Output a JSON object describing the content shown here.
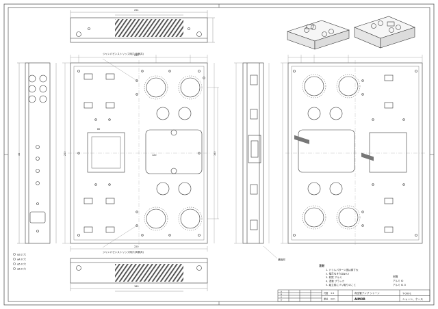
{
  "notes": {
    "heading": "注記",
    "lines": [
      "1. ドリルパターン図は原寸大",
      "2. 指示なき穴はφ3.2",
      "3. 材質 アルミ",
      "4. 塗装 ブラック",
      "5. 組立前にバリ取りのこと"
    ]
  },
  "material": {
    "title": "材質",
    "rows": [
      "アルミ t2",
      "アルミ t1.5"
    ]
  },
  "dim_labels": [
    "254",
    "235",
    "220",
    "180",
    "200",
    "160",
    "120",
    "80",
    "40"
  ],
  "callouts": {
    "plate_top": "ジャンパピンストリップ用穴(両側共)",
    "plate_bottom": "ジャンパピンストリップ用穴(両側共)",
    "side_note": "補強材"
  },
  "legend": {
    "items": [
      "φ3.2 穴",
      "φ4.0 穴",
      "φ5.0 穴",
      "φ6.0 穴"
    ]
  },
  "title_block": {
    "project": "真空管アンプ シャーシ",
    "drawing_no": "T-0001",
    "company": "AIMOR",
    "part_name": "シャーシ、ケース",
    "scale_label": "尺度",
    "scale": "1:1",
    "unit_label": "単位",
    "unit": "mm"
  },
  "revisions": [
    "A",
    "B",
    "C",
    "D"
  ]
}
